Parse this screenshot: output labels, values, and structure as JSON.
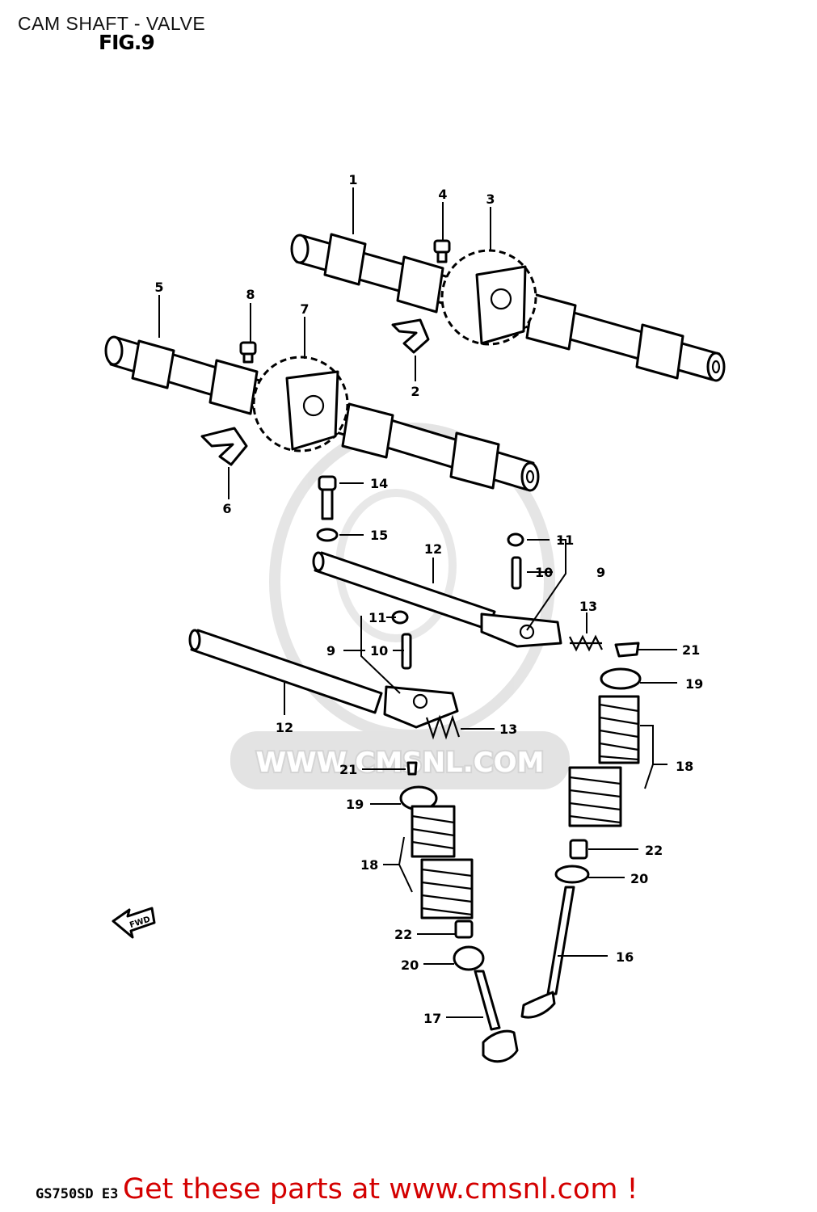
{
  "header": {
    "title": "CAM SHAFT - VALVE",
    "figure": "FIG.9"
  },
  "watermark": {
    "text": "WWW.CMSNL.COM"
  },
  "footer": {
    "model_code": "GS750SD E3",
    "link_text": "Get these parts at www.cmsnl.com !"
  },
  "callouts": {
    "c1": "1",
    "c2": "2",
    "c3": "3",
    "c4": "4",
    "c5": "5",
    "c6": "6",
    "c7": "7",
    "c8": "8",
    "c9a": "9",
    "c9b": "9",
    "c10a": "10",
    "c10b": "10",
    "c11a": "11",
    "c11b": "11",
    "c12a": "12",
    "c12b": "12",
    "c13a": "13",
    "c13b": "13",
    "c14": "14",
    "c15": "15",
    "c16": "16",
    "c17": "17",
    "c18a": "18",
    "c18b": "18",
    "c19a": "19",
    "c19b": "19",
    "c20a": "20",
    "c20b": "20",
    "c21a": "21",
    "c21b": "21",
    "c22a": "22",
    "c22b": "22"
  },
  "front_arrow_label": "FWD"
}
